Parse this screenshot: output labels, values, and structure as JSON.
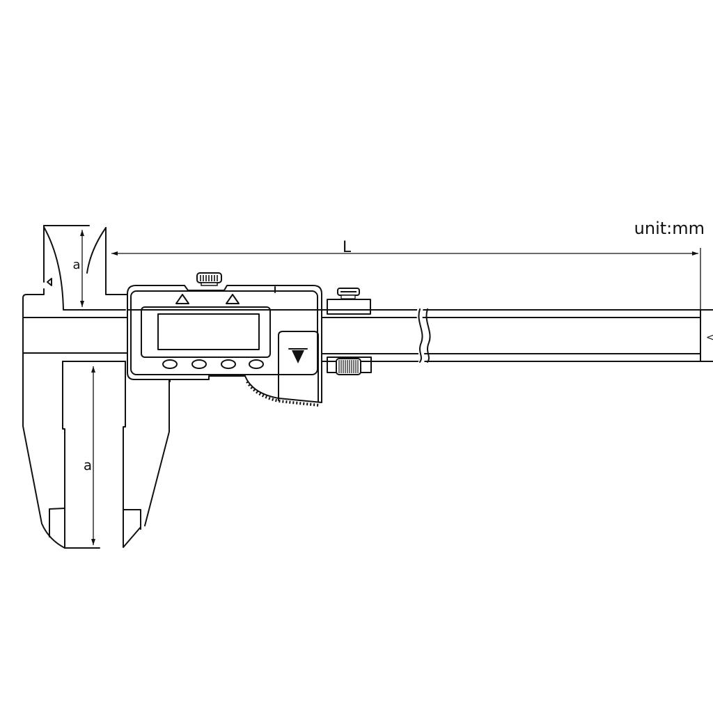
{
  "unit_label": "unit:mm",
  "dimensions": {
    "length_label": "L",
    "upper_jaw_label": "a",
    "lower_jaw_label": "a"
  },
  "subject": "digital-caliper",
  "colors": {
    "line": "#111111",
    "background": "#ffffff"
  }
}
